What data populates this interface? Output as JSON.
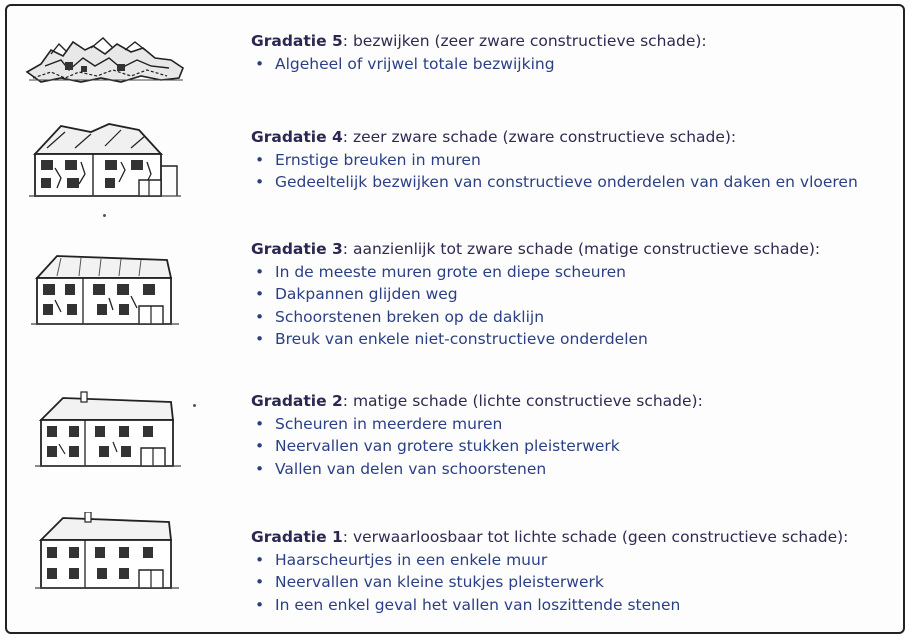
{
  "grades": [
    {
      "label": "Gradatie 5",
      "description": ": bezwijken (zeer zware constructieve schade):",
      "icon": "collapsed-building-icon",
      "items": [
        "Algeheel of vrijwel totale bezwijking"
      ]
    },
    {
      "label": "Gradatie 4",
      "description": ": zeer zware schade (zware constructieve schade):",
      "icon": "heavily-damaged-building-icon",
      "items": [
        "Ernstige breuken in muren",
        "Gedeeltelijk bezwijken van constructieve onderdelen van daken en vloeren"
      ]
    },
    {
      "label": "Gradatie 3",
      "description": ": aanzienlijk tot zware schade (matige constructieve schade):",
      "icon": "substantially-damaged-building-icon",
      "items": [
        "In de meeste muren grote en diepe scheuren",
        "Dakpannen glijden weg",
        "Schoorstenen breken op de daklijn",
        "Breuk van enkele niet-constructieve onderdelen"
      ]
    },
    {
      "label": "Gradatie 2",
      "description": ": matige schade (lichte constructieve schade):",
      "icon": "moderately-damaged-building-icon",
      "items": [
        "Scheuren in meerdere muren",
        "Neervallen van grotere stukken pleisterwerk",
        "Vallen van delen van schoorstenen"
      ]
    },
    {
      "label": "Gradatie 1",
      "description": ": verwaarloosbaar tot lichte schade (geen constructieve schade):",
      "icon": "slightly-damaged-building-icon",
      "items": [
        "Haarscheurtjes in een enkele muur",
        "Neervallen van kleine stukjes pleisterwerk",
        "In een enkel geval het vallen van loszittende stenen"
      ]
    }
  ]
}
